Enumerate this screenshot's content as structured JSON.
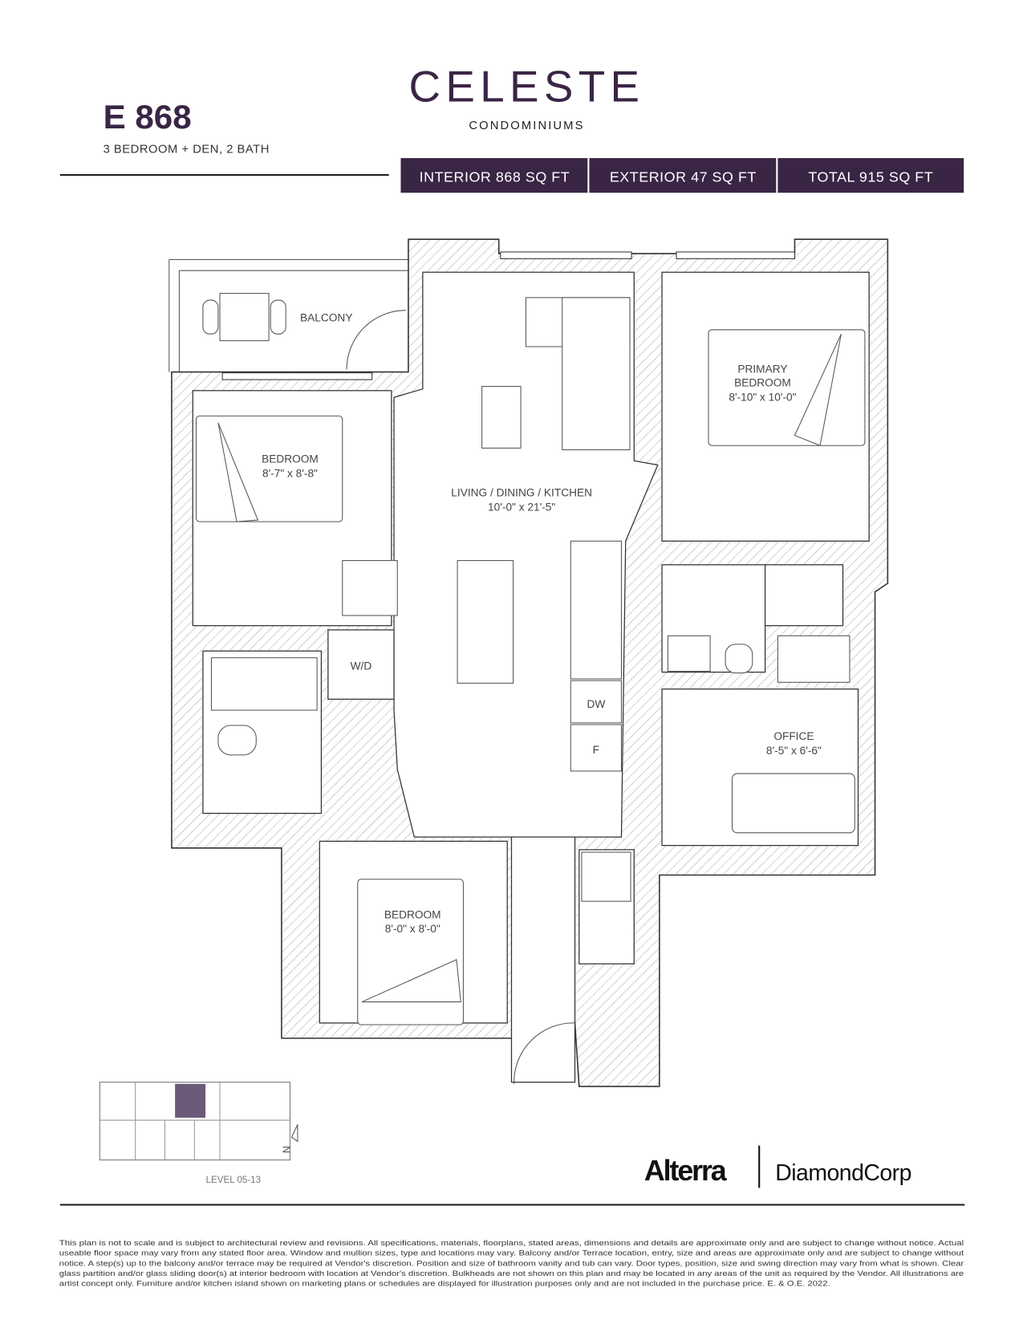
{
  "unit": {
    "name": "E 868",
    "type": "3 BEDROOM + DEN,  2 BATH"
  },
  "brand": {
    "logo": "CELESTE",
    "subtitle": "CONDOMINIUMS"
  },
  "areas": [
    {
      "label": "INTERIOR 868 SQ FT"
    },
    {
      "label": "EXTERIOR 47 SQ FT"
    },
    {
      "label": "TOTAL 915 SQ FT"
    }
  ],
  "rooms": {
    "balcony": "BALCONY",
    "bedroom1": {
      "name": "BEDROOM",
      "dims": "8'-7\" x 8'-8\""
    },
    "living": {
      "name": "LIVING / DINING / KITCHEN",
      "dims": "10'-0\" x 21'-5\""
    },
    "primary": {
      "name1": "PRIMARY",
      "name2": "BEDROOM",
      "dims": "8'-10\" x 10'-0\""
    },
    "laundry": "W/D",
    "dishwasher": "DW",
    "fridge": "F",
    "office": {
      "name": "OFFICE",
      "dims": "8'-5\" x 6'-6\""
    },
    "bedroom2": {
      "name": "BEDROOM",
      "dims": "8'-0\" x 8'-0\""
    }
  },
  "keyplan": {
    "level": "LEVEL 05-13",
    "north": "N"
  },
  "developers": {
    "left": "Alterra",
    "right": "DiamondCorp"
  },
  "disclaimer": [
    "This plan is not to scale and is subject to architectural review and revisions. All specifications, materials, floorplans, stated areas, dimensions and details are approximate only and are subject to change without notice. Actual",
    "useable floor space may vary from any stated floor area. Window and mullion sizes, type and locations may vary. Balcony and/or Terrace location, entry, size and areas are approximate only and are subject to change without",
    "notice.  A step(s) up to the balcony and/or terrace may be required at Vendor's discretion.  Position and size of bathroom vanity and tub can vary.  Door types, position, size and swing direction may vary from what is shown. Clear",
    "glass partition and/or glass sliding door(s) at interior bedroom with location at Vendor's discretion. Bulkheads are not shown on this plan and may be located in any areas of the unit as required by the Vendor. All illustrations are",
    "artist concept only. Furniture and/or kitchen island shown on marketing plans or schedules are displayed for illustration purposes only and are not included in the purchase price. E. & O.E. 2022."
  ],
  "colors": {
    "brand": "#3a2545",
    "text": "#222222",
    "highlight": "#6b5a78"
  }
}
